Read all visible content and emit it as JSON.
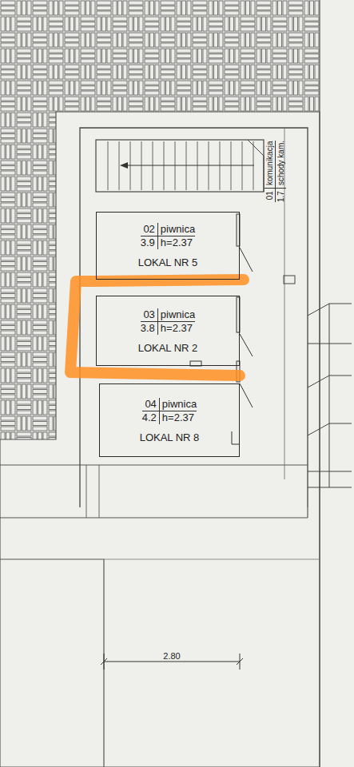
{
  "diagram": {
    "nodes": [
      {
        "text": [
          "02",
          "piwnica",
          "3.9",
          "h=2.37",
          "LOKAL NR 5"
        ]
      },
      {
        "text": [
          "03",
          "piwnica",
          "3.8",
          "h=2.37",
          "LOKAL NR 2"
        ]
      },
      {
        "text": [
          "04",
          "piwnica",
          "4.2",
          "h=2.37",
          "LOKAL NR 8"
        ]
      },
      {
        "text": [
          "01",
          "komunikacja",
          "1.7",
          "schody kam."
        ]
      }
    ],
    "labels": [
      "2.80"
    ]
  }
}
